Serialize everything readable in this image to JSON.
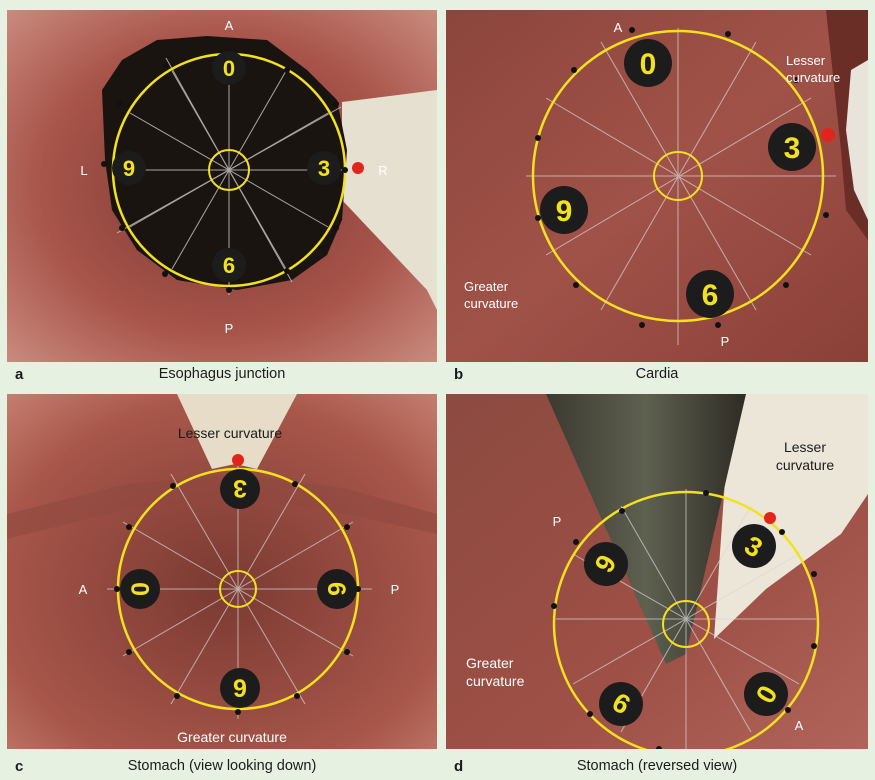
{
  "figure": {
    "panels": [
      {
        "letter": "a",
        "title": "Esophagus junction",
        "clock_numbers": [
          "0",
          "3",
          "6",
          "9"
        ],
        "direction_labels": [
          "A",
          "R",
          "P",
          "L"
        ],
        "red_dot": true
      },
      {
        "letter": "b",
        "title": "Cardia",
        "clock_numbers": [
          "0",
          "3",
          "6",
          "9"
        ],
        "direction_labels": [
          "A",
          "P"
        ],
        "annotations": [
          "Lesser curvature",
          "Greater curvature"
        ],
        "red_dot": true
      },
      {
        "letter": "c",
        "title": "Stomach (view looking down)",
        "clock_numbers": [
          "3",
          "6",
          "9",
          "0"
        ],
        "direction_labels": [
          "A",
          "P"
        ],
        "annotations": [
          "Lesser curvature",
          "Greater curvature"
        ],
        "red_dot": true
      },
      {
        "letter": "d",
        "title": "Stomach (reversed view)",
        "clock_numbers": [
          "3",
          "0",
          "9",
          "6"
        ],
        "direction_labels": [
          "P",
          "A"
        ],
        "annotations": [
          "Lesser curvature",
          "Greater curvature"
        ],
        "red_dot": true
      }
    ],
    "colors": {
      "background": "#e7f1e2",
      "mucosa": "#a8544a",
      "clock_ring": "#f3e11f",
      "number_badge": "#1c1c1c",
      "number_text": "#f3e11f",
      "marker": "#e0261c"
    }
  }
}
